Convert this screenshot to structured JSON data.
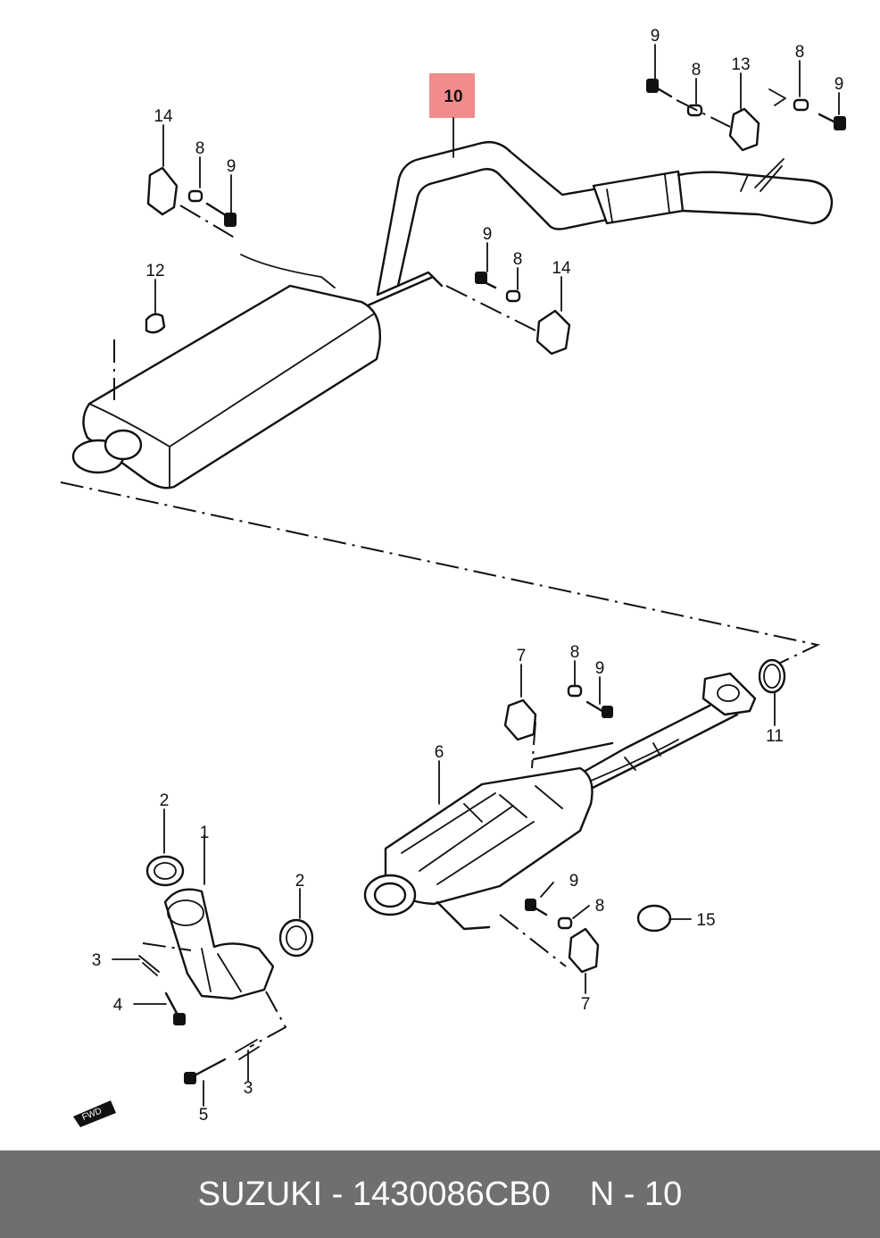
{
  "diagram": {
    "callouts": [
      "10",
      "9",
      "8",
      "13",
      "8",
      "9",
      "14",
      "8",
      "9",
      "12",
      "9",
      "8",
      "14",
      "7",
      "8",
      "9",
      "11",
      "6",
      "2",
      "1",
      "2",
      "3",
      "4",
      "3",
      "5",
      "9",
      "8",
      "15",
      "7"
    ],
    "highlight_color": "#f28b8b",
    "fwd_label": "FWD"
  },
  "footer": {
    "brand_part": "SUZUKI - 1430086CB0",
    "ref": "N - 10",
    "background": "#6f6f6f"
  }
}
